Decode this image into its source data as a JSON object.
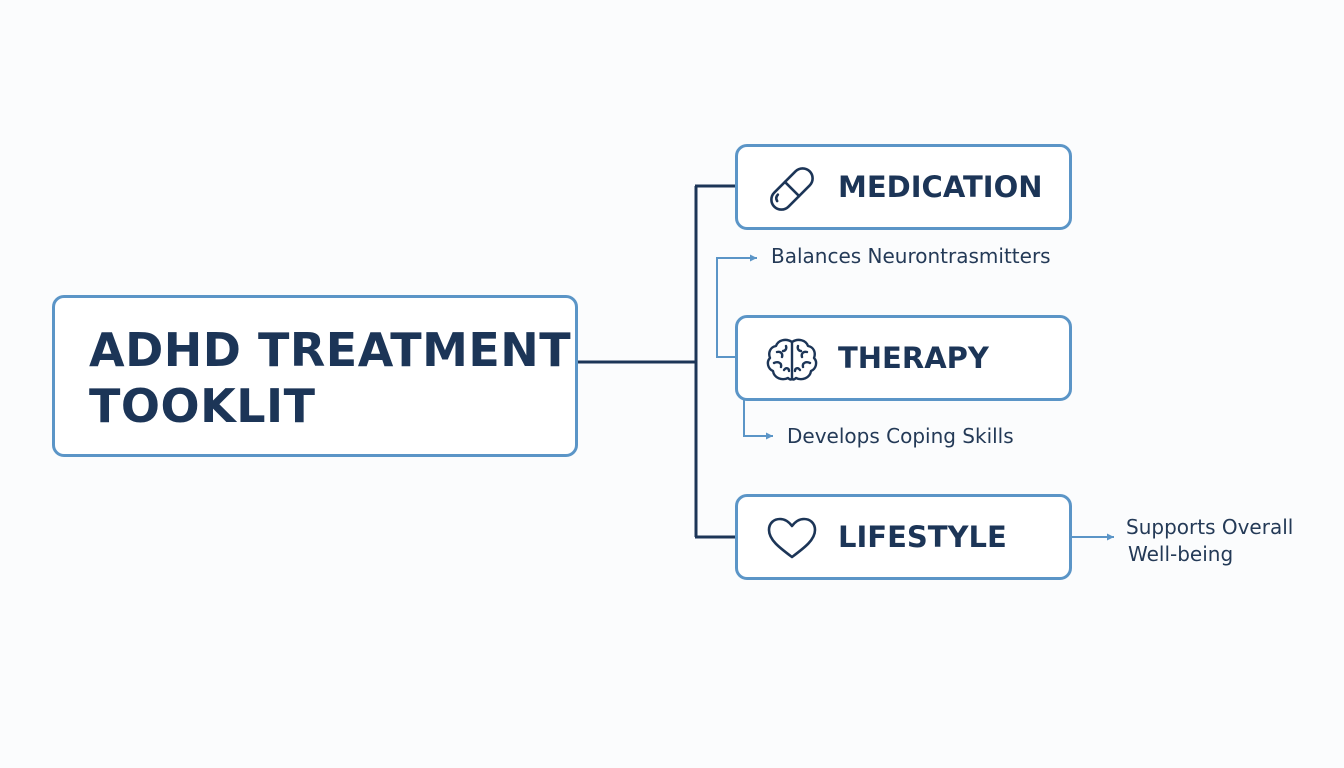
{
  "diagram": {
    "title_lines": [
      "ADHD TREATMENT",
      "TOOKLIT"
    ],
    "branches": [
      {
        "label": "MEDICATION",
        "icon": "pill-icon",
        "note_lines": [
          "Balances Neurontrasmitters"
        ]
      },
      {
        "label": "THERAPY",
        "icon": "brain-icon",
        "note_lines": [
          "Develops Coping Skills"
        ]
      },
      {
        "label": "LIFESTYLE",
        "icon": "heart-icon",
        "note_lines": [
          "Supports Overall",
          "Well-being"
        ]
      }
    ]
  },
  "colors": {
    "navy": "#1c3557",
    "box_border": "#5b95c7",
    "arrow": "#5b95c7",
    "background": "#fbfcfd"
  }
}
